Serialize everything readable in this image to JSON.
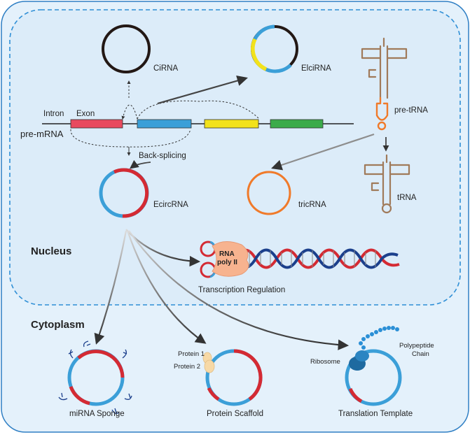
{
  "compartments": {
    "nucleus": "Nucleus",
    "cytoplasm": "Cytoplasm"
  },
  "gene": {
    "intron": "Intron",
    "exon": "Exon",
    "pre_mrna": "pre-mRNA",
    "back_splicing": "Back-splicing"
  },
  "circrnas": {
    "cirna": "CiRNA",
    "elcirna": "ElciRNA",
    "ecircrna": "EcircRNA",
    "tricrna": "tricRNA"
  },
  "trna": {
    "pre_trna": "pre-tRNA",
    "trna": "tRNA"
  },
  "transcription": {
    "rna_poly_line1": "RNA",
    "rna_poly_line2": "poly II",
    "label": "Transcription Regulation"
  },
  "functions": {
    "mirna_sponge": "miRNA Sponge",
    "protein_scaffold": "Protein Scaffold",
    "protein1": "Protein 1",
    "protein2": "Protein 2",
    "ribosome": "Ribosome",
    "polypeptide_line1": "Polypeptide",
    "polypeptide_line2": "Chain",
    "translation_template": "Translation Template"
  },
  "colors": {
    "cell_fill": "#e4f1fb",
    "cell_border": "#2f7fc4",
    "blue_rna": "#3b9fd8",
    "red_rna": "#d42a33",
    "yellow_exon": "#f2e21c",
    "green_exon": "#3bab4a",
    "pink_exon": "#e84a5f",
    "trna_brown": "#a07a5a",
    "orange": "#f07a2a",
    "dna_blue": "#1b3f8c"
  }
}
